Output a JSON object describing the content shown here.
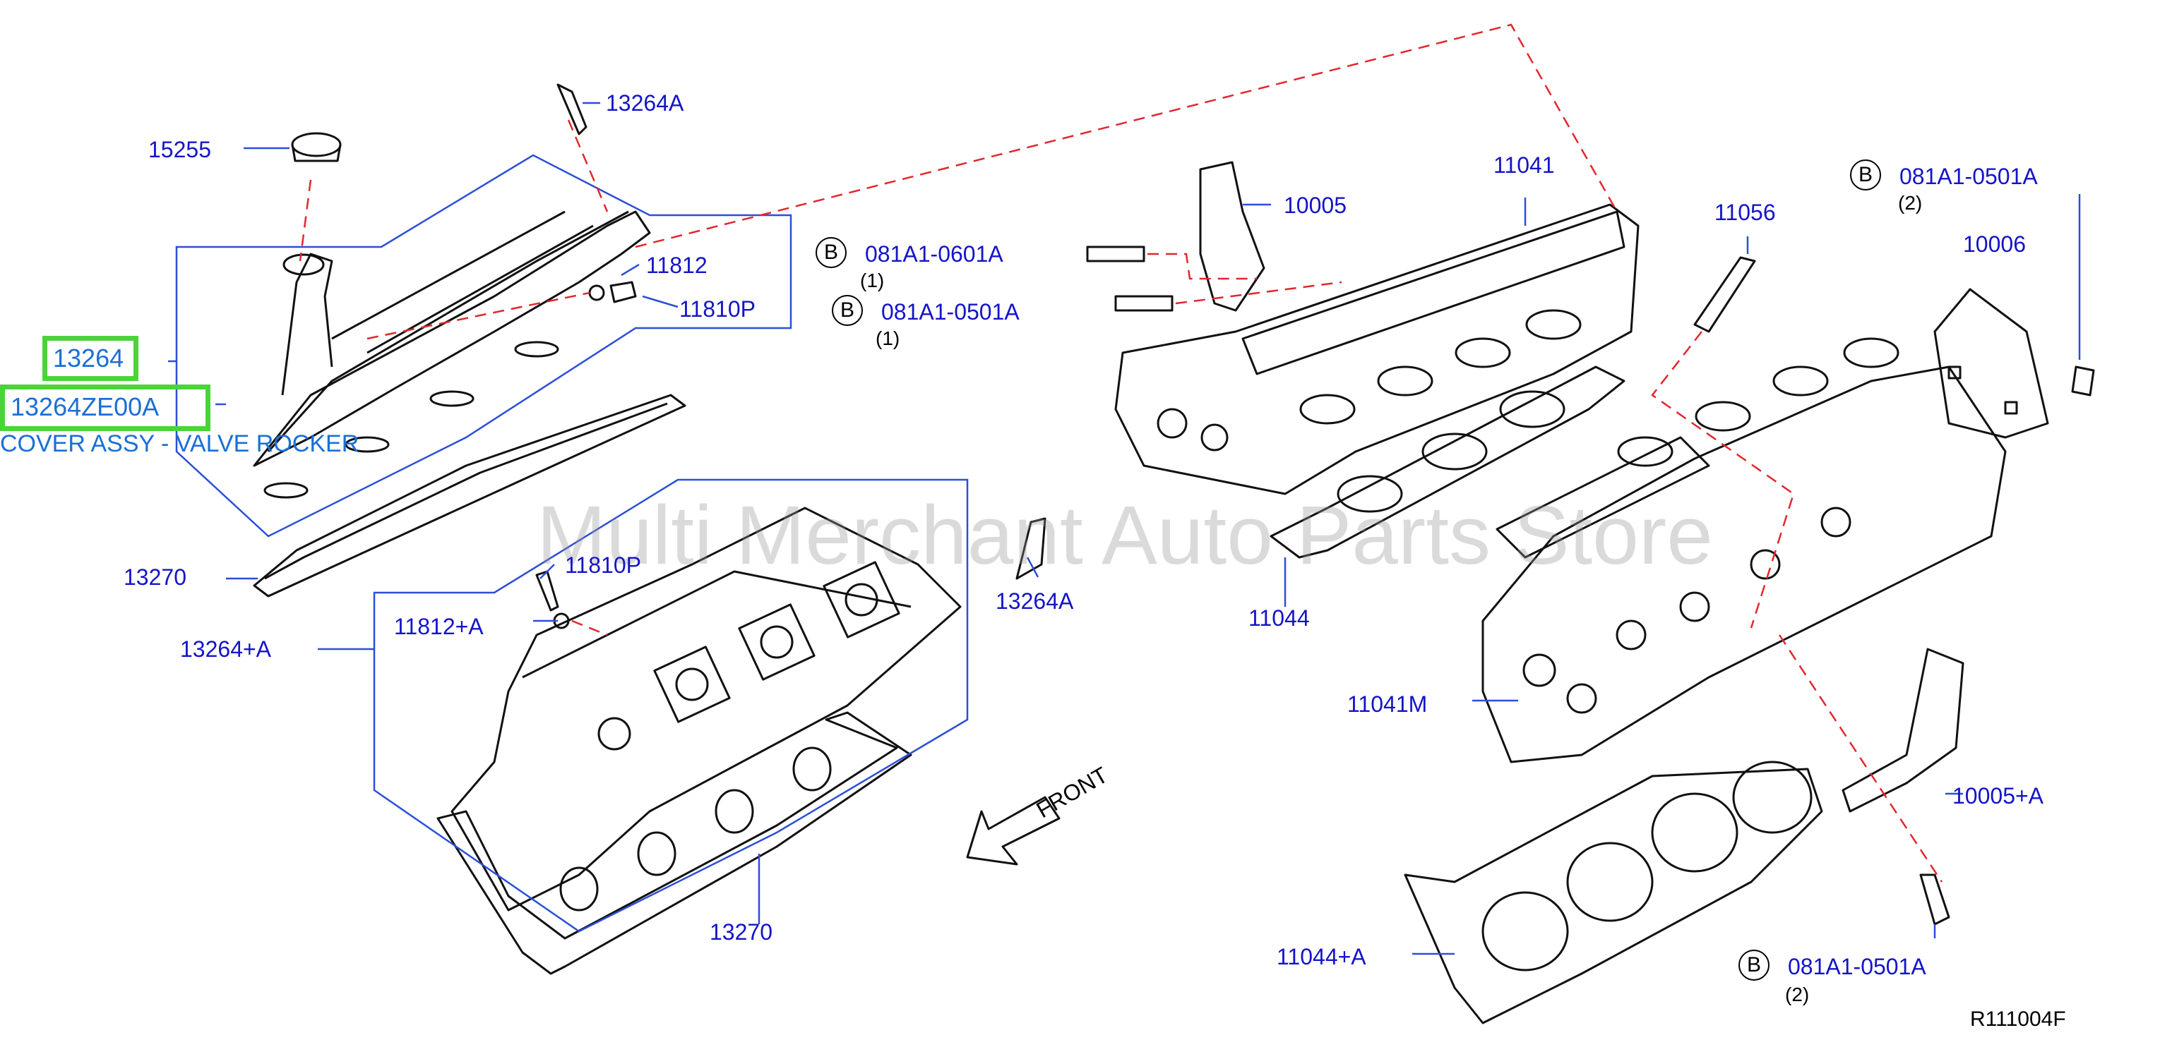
{
  "watermark": "Multi Merchant Auto Parts Store",
  "front_label": "FRONT",
  "ref_code": "R111004F",
  "highlight": {
    "part_13264": "13264",
    "part_13264ZE00A": "13264ZE00A",
    "description": "COVER ASSY - VALVE ROCKER"
  },
  "labels": {
    "p15255": "15255",
    "p13264A_top": "13264A",
    "p11812": "11812",
    "p11810P_top": "11810P",
    "p13270_left": "13270",
    "p11810P_mid": "11810P",
    "p11812A": "11812+A",
    "p13264A_mid": "13264A",
    "p13264pA": "13264+A",
    "p13270_bottom": "13270",
    "p081A1_0601A": "081A1-0601A",
    "p081A1_0501A_mid": "081A1-0501A",
    "p10005": "10005",
    "p11041": "11041",
    "p11056": "11056",
    "p081A1_0501A_right": "081A1-0501A",
    "p10006": "10006",
    "p11044": "11044",
    "p11041M": "11041M",
    "p10005A": "10005+A",
    "p11044A": "11044+A",
    "p081A1_0501A_bottom": "081A1-0501A"
  },
  "qty": {
    "q0601": "(1)",
    "q0501_mid": "(1)",
    "q0501_right": "(2)",
    "q0501_bottom": "(2)"
  },
  "b_marker": "B"
}
